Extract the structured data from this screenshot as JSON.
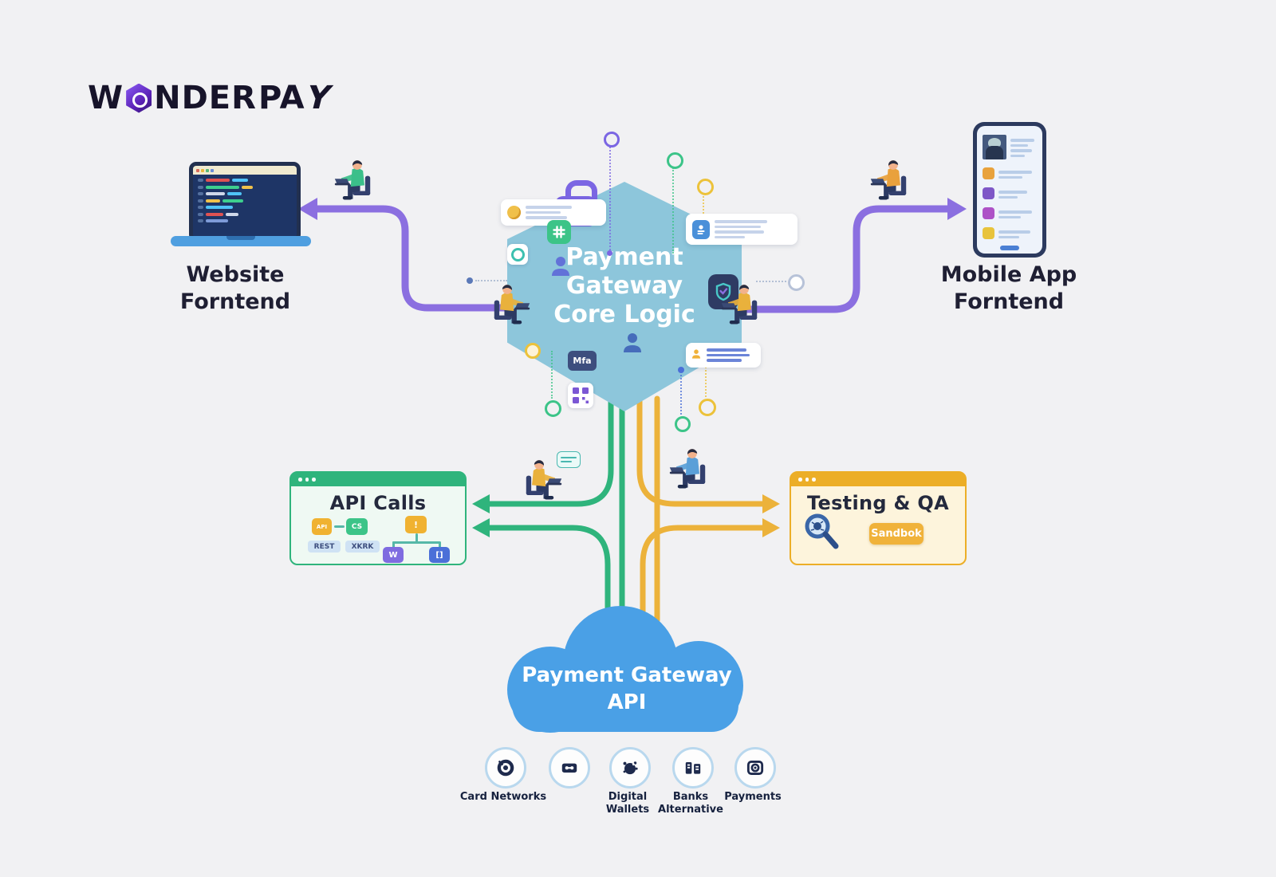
{
  "palette": {
    "bg": "#f1f1f3",
    "ink": "#1c1b2e",
    "navy": "#1e2a4d",
    "purple": "#8b6fe0",
    "green": "#2fb47c",
    "amber": "#ecb23a",
    "blue": "#4aa0e6",
    "hex_fill": "#8dc6db",
    "lock_purple": "#7b66e3"
  },
  "logo": {
    "w": "W",
    "nder": "NDER",
    "pa": "PA",
    "y": "Y"
  },
  "website": {
    "line1": "Website",
    "line2": "Forntend"
  },
  "mobile": {
    "line1": "Mobile App",
    "line2": "Forntend"
  },
  "core": {
    "line1": "Payment",
    "line2": "Gateway",
    "line3": "Core Logic",
    "mfa": "Mfa"
  },
  "api_box": {
    "title": "API Calls",
    "badge1": "API",
    "badge2": "CS",
    "pill1": "REST",
    "pill2": "XKRK",
    "tree_warn": "!",
    "tree_w": "W",
    "tree_code": "[]"
  },
  "qa_box": {
    "title": "Testing & QA",
    "sandbox": "Sandbok"
  },
  "cloud": {
    "line1": "Payment Gateway",
    "line2": "API"
  },
  "providers": [
    {
      "label1": "Card Networks",
      "label2": ""
    },
    {
      "label1": "",
      "label2": ""
    },
    {
      "label1": "Digital",
      "label2": "Wallets"
    },
    {
      "label1": "Banks",
      "label2": "Alternative"
    },
    {
      "label1": "Payments",
      "label2": ""
    }
  ]
}
